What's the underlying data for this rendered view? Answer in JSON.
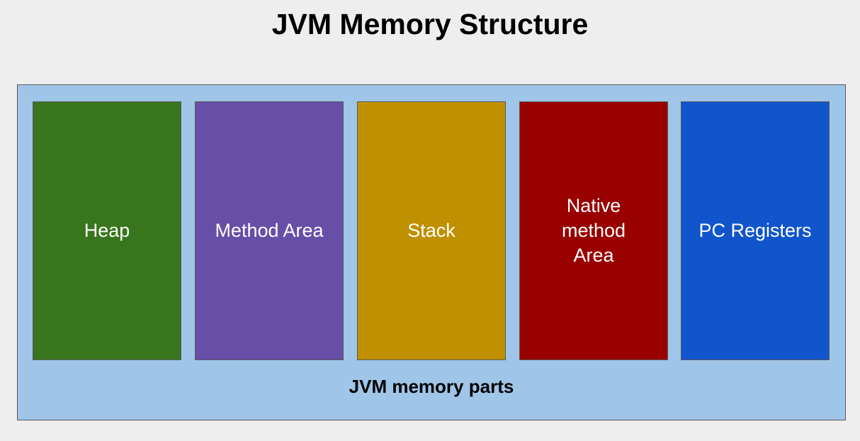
{
  "title": "JVM Memory Structure",
  "container": {
    "label": "JVM memory parts",
    "color": "#9fc5e8"
  },
  "parts": [
    {
      "label": "Heap",
      "color": "#38761d"
    },
    {
      "label": "Method Area",
      "color": "#674ea7"
    },
    {
      "label": "Stack",
      "color": "#bf9000"
    },
    {
      "label": "Native method Area",
      "color": "#990000"
    },
    {
      "label": "PC Registers",
      "color": "#1155cc"
    }
  ]
}
